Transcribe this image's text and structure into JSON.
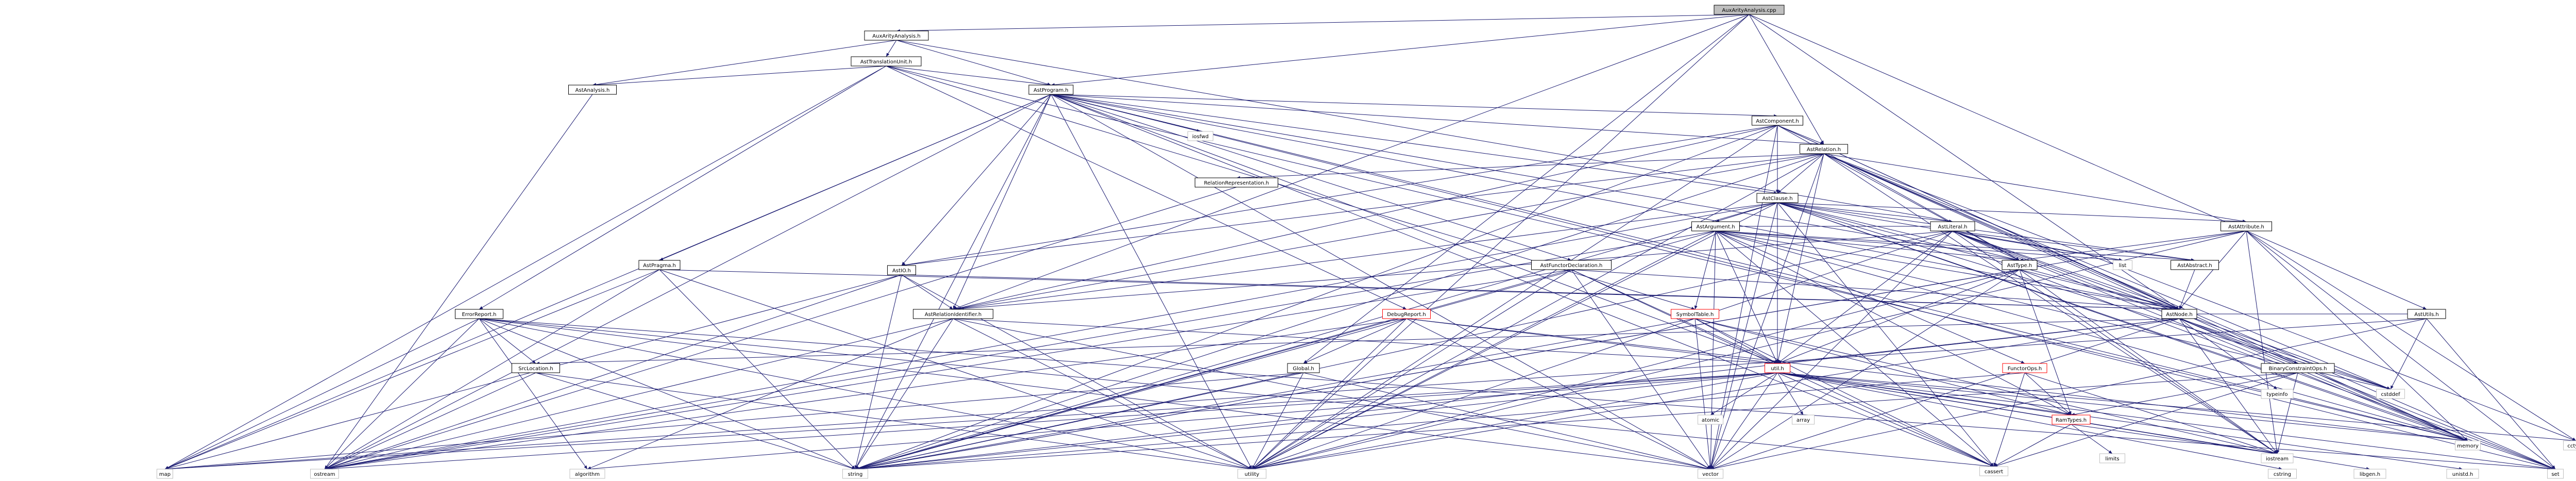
{
  "root": "AuxArityAnalysis.cpp",
  "colors": {
    "root_fill": "#bfbfbf",
    "root_border": "#000000",
    "internal_border": "#000000",
    "internal_fill": "#ffffff",
    "system_border": "#bfbfbf",
    "truncated_border": "#ff0000",
    "edge": "#191970",
    "arrowhead": "#191970"
  },
  "nodes": [
    {
      "id": "root",
      "label": "AuxArityAnalysis.cpp",
      "kind": "root"
    },
    {
      "id": "AuxArityAnalysis_h",
      "label": "AuxArityAnalysis.h",
      "kind": "internal"
    },
    {
      "id": "AstTranslationUnit_h",
      "label": "AstTranslationUnit.h",
      "kind": "internal"
    },
    {
      "id": "AstAnalysis_h",
      "label": "AstAnalysis.h",
      "kind": "internal"
    },
    {
      "id": "AstProgram_h",
      "label": "AstProgram.h",
      "kind": "internal"
    },
    {
      "id": "ostream",
      "label": "ostream",
      "kind": "system"
    },
    {
      "id": "iosfwd",
      "label": "iosfwd",
      "kind": "system"
    },
    {
      "id": "AstComponent_h",
      "label": "AstComponent.h",
      "kind": "internal"
    },
    {
      "id": "AstRelation_h",
      "label": "AstRelation.h",
      "kind": "internal"
    },
    {
      "id": "RelationRepresentation_h",
      "label": "RelationRepresentation.h",
      "kind": "internal"
    },
    {
      "id": "AstClause_h",
      "label": "AstClause.h",
      "kind": "internal"
    },
    {
      "id": "AstArgument_h",
      "label": "AstArgument.h",
      "kind": "internal"
    },
    {
      "id": "AstLiteral_h",
      "label": "AstLiteral.h",
      "kind": "internal"
    },
    {
      "id": "AstAttribute_h",
      "label": "AstAttribute.h",
      "kind": "internal"
    },
    {
      "id": "AstPragma_h",
      "label": "AstPragma.h",
      "kind": "internal"
    },
    {
      "id": "AstIO_h",
      "label": "AstIO.h",
      "kind": "internal"
    },
    {
      "id": "AstFunctorDeclaration_h",
      "label": "AstFunctorDeclaration.h",
      "kind": "internal"
    },
    {
      "id": "AstType_h",
      "label": "AstType.h",
      "kind": "internal"
    },
    {
      "id": "list",
      "label": "list",
      "kind": "system"
    },
    {
      "id": "AstAbstract_h",
      "label": "AstAbstract.h",
      "kind": "internal"
    },
    {
      "id": "ErrorReport_h",
      "label": "ErrorReport.h",
      "kind": "internal"
    },
    {
      "id": "AstRelationIdentifier_h",
      "label": "AstRelationIdentifier.h",
      "kind": "internal"
    },
    {
      "id": "DebugReport_h",
      "label": "DebugReport.h",
      "kind": "truncated"
    },
    {
      "id": "SymbolTable_h",
      "label": "SymbolTable.h",
      "kind": "truncated"
    },
    {
      "id": "AstNode_h",
      "label": "AstNode.h",
      "kind": "internal"
    },
    {
      "id": "AstUtils_h",
      "label": "AstUtils.h",
      "kind": "internal"
    },
    {
      "id": "SrcLocation_h",
      "label": "SrcLocation.h",
      "kind": "internal"
    },
    {
      "id": "Global_h",
      "label": "Global.h",
      "kind": "internal"
    },
    {
      "id": "util_h",
      "label": "util.h",
      "kind": "truncated"
    },
    {
      "id": "FunctorOps_h",
      "label": "FunctorOps.h",
      "kind": "truncated"
    },
    {
      "id": "BinaryConstraintOps_h",
      "label": "BinaryConstraintOps.h",
      "kind": "internal"
    },
    {
      "id": "typeinfo",
      "label": "typeinfo",
      "kind": "system"
    },
    {
      "id": "cstddef",
      "label": "cstddef",
      "kind": "system"
    },
    {
      "id": "map",
      "label": "map",
      "kind": "system"
    },
    {
      "id": "algorithm",
      "label": "algorithm",
      "kind": "system"
    },
    {
      "id": "string",
      "label": "string",
      "kind": "system"
    },
    {
      "id": "utility",
      "label": "utility",
      "kind": "system"
    },
    {
      "id": "vector",
      "label": "vector",
      "kind": "system"
    },
    {
      "id": "atomic",
      "label": "atomic",
      "kind": "system"
    },
    {
      "id": "array",
      "label": "array",
      "kind": "system"
    },
    {
      "id": "RamTypes_h",
      "label": "RamTypes.h",
      "kind": "truncated"
    },
    {
      "id": "cstring",
      "label": "cstring",
      "kind": "system"
    },
    {
      "id": "libgen_h",
      "label": "libgen.h",
      "kind": "system"
    },
    {
      "id": "unistd_h",
      "label": "unistd.h",
      "kind": "system"
    },
    {
      "id": "set",
      "label": "set",
      "kind": "system"
    },
    {
      "id": "memory",
      "label": "memory",
      "kind": "system"
    },
    {
      "id": "cctype",
      "label": "cctype",
      "kind": "system"
    },
    {
      "id": "cassert",
      "label": "cassert",
      "kind": "system"
    },
    {
      "id": "limits",
      "label": "limits",
      "kind": "system"
    },
    {
      "id": "iostream",
      "label": "iostream",
      "kind": "system"
    }
  ],
  "edges": [
    [
      "root",
      "AuxArityAnalysis_h"
    ],
    [
      "root",
      "AstProgram_h"
    ],
    [
      "root",
      "AstRelation_h"
    ],
    [
      "root",
      "AstNode_h"
    ],
    [
      "root",
      "AstUtils_h"
    ],
    [
      "root",
      "AstRelationIdentifier_h"
    ],
    [
      "root",
      "Global_h"
    ],
    [
      "root",
      "utility"
    ],
    [
      "AuxArityAnalysis_h",
      "AstTranslationUnit_h"
    ],
    [
      "AuxArityAnalysis_h",
      "AstProgram_h"
    ],
    [
      "AuxArityAnalysis_h",
      "AstLiteral_h"
    ],
    [
      "AuxArityAnalysis_h",
      "AstAnalysis_h"
    ],
    [
      "AstTranslationUnit_h",
      "AstAnalysis_h"
    ],
    [
      "AstTranslationUnit_h",
      "AstProgram_h"
    ],
    [
      "AstTranslationUnit_h",
      "ErrorReport_h"
    ],
    [
      "AstTranslationUnit_h",
      "DebugReport_h"
    ],
    [
      "AstTranslationUnit_h",
      "SymbolTable_h"
    ],
    [
      "AstTranslationUnit_h",
      "map"
    ],
    [
      "AstTranslationUnit_h",
      "memory"
    ],
    [
      "AstAnalysis_h",
      "ostream"
    ],
    [
      "AstProgram_h",
      "iosfwd"
    ],
    [
      "AstProgram_h",
      "AstComponent_h"
    ],
    [
      "AstProgram_h",
      "AstRelation_h"
    ],
    [
      "AstProgram_h",
      "AstClause_h"
    ],
    [
      "AstProgram_h",
      "AstPragma_h"
    ],
    [
      "AstProgram_h",
      "AstIO_h"
    ],
    [
      "AstProgram_h",
      "AstFunctorDeclaration_h"
    ],
    [
      "AstProgram_h",
      "AstType_h"
    ],
    [
      "AstProgram_h",
      "AstNode_h"
    ],
    [
      "AstProgram_h",
      "AstRelationIdentifier_h"
    ],
    [
      "AstProgram_h",
      "util_h"
    ],
    [
      "AstProgram_h",
      "map"
    ],
    [
      "AstProgram_h",
      "string"
    ],
    [
      "AstProgram_h",
      "utility"
    ],
    [
      "AstProgram_h",
      "vector"
    ],
    [
      "AstProgram_h",
      "cassert"
    ],
    [
      "AstProgram_h",
      "memory"
    ],
    [
      "AstProgram_h",
      "set"
    ],
    [
      "AstProgram_h",
      "ostream"
    ],
    [
      "AstComponent_h",
      "AstRelation_h"
    ],
    [
      "AstComponent_h",
      "AstClause_h"
    ],
    [
      "AstComponent_h",
      "AstIO_h"
    ],
    [
      "AstComponent_h",
      "AstType_h"
    ],
    [
      "AstComponent_h",
      "AstNode_h"
    ],
    [
      "AstComponent_h",
      "string"
    ],
    [
      "AstComponent_h",
      "vector"
    ],
    [
      "AstComponent_h",
      "memory"
    ],
    [
      "AstComponent_h",
      "AstRelationIdentifier_h"
    ],
    [
      "AstComponent_h",
      "utility"
    ],
    [
      "AstRelation_h",
      "RelationRepresentation_h"
    ],
    [
      "AstRelation_h",
      "AstClause_h"
    ],
    [
      "AstRelation_h",
      "AstAttribute_h"
    ],
    [
      "AstRelation_h",
      "AstIO_h"
    ],
    [
      "AstRelation_h",
      "AstType_h"
    ],
    [
      "AstRelation_h",
      "AstNode_h"
    ],
    [
      "AstRelation_h",
      "AstRelationIdentifier_h"
    ],
    [
      "AstRelation_h",
      "string"
    ],
    [
      "AstRelation_h",
      "vector"
    ],
    [
      "AstRelation_h",
      "set"
    ],
    [
      "AstRelation_h",
      "memory"
    ],
    [
      "AstRelation_h",
      "cctype"
    ],
    [
      "AstRelation_h",
      "iostream"
    ],
    [
      "AstRelation_h",
      "utility"
    ],
    [
      "AstRelation_h",
      "cstddef"
    ],
    [
      "AstRelation_h",
      "util_h"
    ],
    [
      "RelationRepresentation_h",
      "ostream"
    ],
    [
      "AstClause_h",
      "AstArgument_h"
    ],
    [
      "AstClause_h",
      "AstLiteral_h"
    ],
    [
      "AstClause_h",
      "AstNode_h"
    ],
    [
      "AstClause_h",
      "AstType_h"
    ],
    [
      "AstClause_h",
      "util_h"
    ],
    [
      "AstClause_h",
      "AstAttribute_h"
    ],
    [
      "AstClause_h",
      "string"
    ],
    [
      "AstClause_h",
      "vector"
    ],
    [
      "AstClause_h",
      "memory"
    ],
    [
      "AstClause_h",
      "cassert"
    ],
    [
      "AstClause_h",
      "set"
    ],
    [
      "AstClause_h",
      "list"
    ],
    [
      "AstClause_h",
      "ostream"
    ],
    [
      "AstClause_h",
      "utility"
    ],
    [
      "AstClause_h",
      "cstddef"
    ],
    [
      "AstClause_h",
      "AstAbstract_h"
    ],
    [
      "AstClause_h",
      "AstRelationIdentifier_h"
    ],
    [
      "AstArgument_h",
      "AstNode_h"
    ],
    [
      "AstArgument_h",
      "AstType_h"
    ],
    [
      "AstArgument_h",
      "FunctorOps_h"
    ],
    [
      "AstArgument_h",
      "RamTypes_h"
    ],
    [
      "AstArgument_h",
      "SymbolTable_h"
    ],
    [
      "AstArgument_h",
      "util_h"
    ],
    [
      "AstArgument_h",
      "string"
    ],
    [
      "AstArgument_h",
      "vector"
    ],
    [
      "AstArgument_h",
      "memory"
    ],
    [
      "AstArgument_h",
      "cassert"
    ],
    [
      "AstArgument_h",
      "list"
    ],
    [
      "AstArgument_h",
      "ostream"
    ],
    [
      "AstArgument_h",
      "utility"
    ],
    [
      "AstArgument_h",
      "AstAbstract_h"
    ],
    [
      "AstArgument_h",
      "cstddef"
    ],
    [
      "AstLiteral_h",
      "AstArgument_h"
    ],
    [
      "AstLiteral_h",
      "AstNode_h"
    ],
    [
      "AstLiteral_h",
      "AstType_h"
    ],
    [
      "AstLiteral_h",
      "BinaryConstraintOps_h"
    ],
    [
      "AstLiteral_h",
      "AstAbstract_h"
    ],
    [
      "AstLiteral_h",
      "AstRelationIdentifier_h"
    ],
    [
      "AstLiteral_h",
      "util_h"
    ],
    [
      "AstLiteral_h",
      "list"
    ],
    [
      "AstLiteral_h",
      "string"
    ],
    [
      "AstLiteral_h",
      "vector"
    ],
    [
      "AstLiteral_h",
      "memory"
    ],
    [
      "AstLiteral_h",
      "iostream"
    ],
    [
      "AstLiteral_h",
      "utility"
    ],
    [
      "AstLiteral_h",
      "cstddef"
    ],
    [
      "AstAttribute_h",
      "AstNode_h"
    ],
    [
      "AstAttribute_h",
      "AstType_h"
    ],
    [
      "AstAttribute_h",
      "string"
    ],
    [
      "AstAttribute_h",
      "iostream"
    ],
    [
      "AstAttribute_h",
      "cctype"
    ],
    [
      "AstAttribute_h",
      "memory"
    ],
    [
      "AstAttribute_h",
      "set"
    ],
    [
      "AstAttribute_h",
      "utility"
    ],
    [
      "AstPragma_h",
      "AstNode_h"
    ],
    [
      "AstPragma_h",
      "map"
    ],
    [
      "AstPragma_h",
      "string"
    ],
    [
      "AstPragma_h",
      "ostream"
    ],
    [
      "AstPragma_h",
      "utility"
    ],
    [
      "AstIO_h",
      "AstNode_h"
    ],
    [
      "AstIO_h",
      "AstRelationIdentifier_h"
    ],
    [
      "AstIO_h",
      "map"
    ],
    [
      "AstIO_h",
      "string"
    ],
    [
      "AstIO_h",
      "ostream"
    ],
    [
      "AstIO_h",
      "utility"
    ],
    [
      "AstFunctorDeclaration_h",
      "AstNode_h"
    ],
    [
      "AstFunctorDeclaration_h",
      "string"
    ],
    [
      "AstFunctorDeclaration_h",
      "vector"
    ],
    [
      "AstFunctorDeclaration_h",
      "util_h"
    ],
    [
      "AstFunctorDeclaration_h",
      "utility"
    ],
    [
      "AstFunctorDeclaration_h",
      "ostream"
    ],
    [
      "AstFunctorDeclaration_h",
      "cassert"
    ],
    [
      "AstType_h",
      "AstNode_h"
    ],
    [
      "AstType_h",
      "RamTypes_h"
    ],
    [
      "AstType_h",
      "util_h"
    ],
    [
      "AstType_h",
      "set"
    ],
    [
      "AstType_h",
      "string"
    ],
    [
      "AstType_h",
      "vector"
    ],
    [
      "AstType_h",
      "utility"
    ],
    [
      "AstType_h",
      "iostream"
    ],
    [
      "AstAbstract_h",
      "AstNode_h"
    ],
    [
      "ErrorReport_h",
      "SrcLocation_h"
    ],
    [
      "ErrorReport_h",
      "algorithm"
    ],
    [
      "ErrorReport_h",
      "map"
    ],
    [
      "ErrorReport_h",
      "string"
    ],
    [
      "ErrorReport_h",
      "vector"
    ],
    [
      "ErrorReport_h",
      "set"
    ],
    [
      "ErrorReport_h",
      "cassert"
    ],
    [
      "ErrorReport_h",
      "ostream"
    ],
    [
      "ErrorReport_h",
      "utility"
    ],
    [
      "AstRelationIdentifier_h",
      "algorithm"
    ],
    [
      "AstRelationIdentifier_h",
      "string"
    ],
    [
      "AstRelationIdentifier_h",
      "vector"
    ],
    [
      "AstRelationIdentifier_h",
      "utility"
    ],
    [
      "AstRelationIdentifier_h",
      "ostream"
    ],
    [
      "AstRelationIdentifier_h",
      "util_h"
    ],
    [
      "DebugReport_h",
      "Global_h"
    ],
    [
      "DebugReport_h",
      "string"
    ],
    [
      "DebugReport_h",
      "vector"
    ],
    [
      "DebugReport_h",
      "util_h"
    ],
    [
      "DebugReport_h",
      "utility"
    ],
    [
      "DebugReport_h",
      "ostream"
    ],
    [
      "DebugReport_h",
      "memory"
    ],
    [
      "SymbolTable_h",
      "RamTypes_h"
    ],
    [
      "SymbolTable_h",
      "util_h"
    ],
    [
      "SymbolTable_h",
      "string"
    ],
    [
      "SymbolTable_h",
      "vector"
    ],
    [
      "SymbolTable_h",
      "cassert"
    ],
    [
      "SymbolTable_h",
      "iostream"
    ],
    [
      "AstNode_h",
      "SrcLocation_h"
    ],
    [
      "AstNode_h",
      "util_h"
    ],
    [
      "AstNode_h",
      "typeinfo"
    ],
    [
      "AstNode_h",
      "cstddef"
    ],
    [
      "AstNode_h",
      "memory"
    ],
    [
      "AstNode_h",
      "set"
    ],
    [
      "AstNode_h",
      "vector"
    ],
    [
      "AstNode_h",
      "iostream"
    ],
    [
      "AstNode_h",
      "utility"
    ],
    [
      "AstNode_h",
      "string"
    ],
    [
      "AstUtils_h",
      "AstNode_h"
    ],
    [
      "AstUtils_h",
      "cstddef"
    ],
    [
      "AstUtils_h",
      "set"
    ],
    [
      "AstUtils_h",
      "vector"
    ],
    [
      "AstUtils_h",
      "map"
    ],
    [
      "SrcLocation_h",
      "string"
    ],
    [
      "SrcLocation_h",
      "utility"
    ],
    [
      "SrcLocation_h",
      "ostream"
    ],
    [
      "Global_h",
      "map"
    ],
    [
      "Global_h",
      "string"
    ],
    [
      "Global_h",
      "vector"
    ],
    [
      "Global_h",
      "utility"
    ],
    [
      "util_h",
      "RamTypes_h"
    ],
    [
      "util_h",
      "atomic"
    ],
    [
      "util_h",
      "array"
    ],
    [
      "util_h",
      "cstring"
    ],
    [
      "util_h",
      "libgen_h"
    ],
    [
      "util_h",
      "unistd_h"
    ],
    [
      "util_h",
      "algorithm"
    ],
    [
      "util_h",
      "cassert"
    ],
    [
      "util_h",
      "cctype"
    ],
    [
      "util_h",
      "iostream"
    ],
    [
      "util_h",
      "map"
    ],
    [
      "util_h",
      "memory"
    ],
    [
      "util_h",
      "set"
    ],
    [
      "util_h",
      "string"
    ],
    [
      "util_h",
      "utility"
    ],
    [
      "util_h",
      "vector"
    ],
    [
      "util_h",
      "ostream"
    ],
    [
      "FunctorOps_h",
      "RamTypes_h"
    ],
    [
      "FunctorOps_h",
      "cassert"
    ],
    [
      "FunctorOps_h",
      "iostream"
    ],
    [
      "FunctorOps_h",
      "string"
    ],
    [
      "BinaryConstraintOps_h",
      "RamTypes_h"
    ],
    [
      "BinaryConstraintOps_h",
      "cassert"
    ],
    [
      "BinaryConstraintOps_h",
      "iostream"
    ],
    [
      "BinaryConstraintOps_h",
      "string"
    ],
    [
      "RamTypes_h",
      "limits"
    ],
    [
      "RamTypes_h",
      "cassert"
    ],
    [
      "RamTypes_h",
      "iostream"
    ]
  ]
}
